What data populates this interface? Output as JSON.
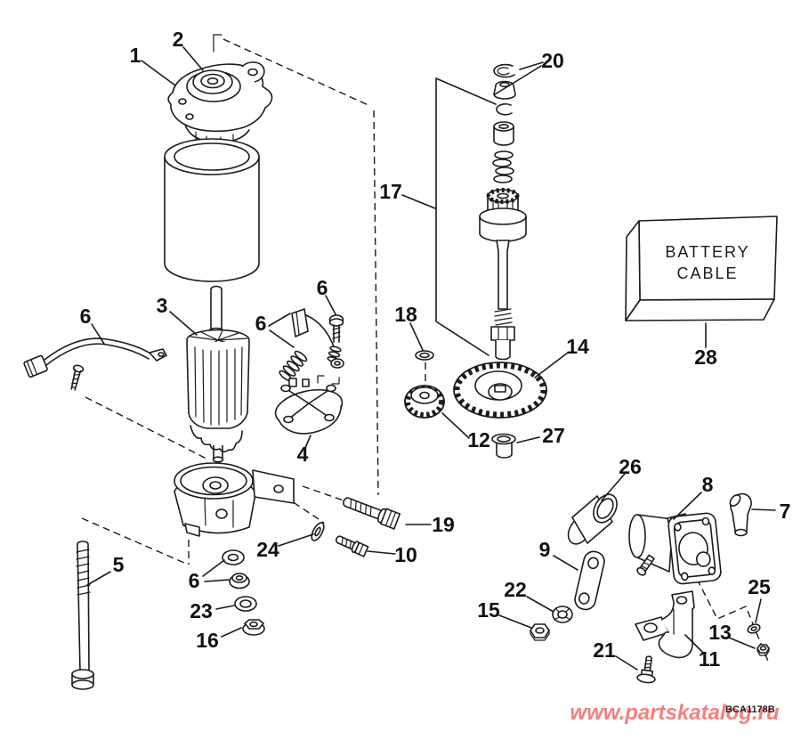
{
  "colors": {
    "background": "#ffffff",
    "line": "#1b1b1b",
    "watermark": "#f4807d"
  },
  "battery_box": {
    "line1": "BATTERY",
    "line2": "CABLE"
  },
  "watermark": {
    "text": "www.partskatalog.ru"
  },
  "drawing_code": "BCA1178B",
  "callouts": [
    {
      "label": "1"
    },
    {
      "label": "2"
    },
    {
      "label": "20"
    },
    {
      "label": "17"
    },
    {
      "label": "6"
    },
    {
      "label": "3"
    },
    {
      "label": "6"
    },
    {
      "label": "6"
    },
    {
      "label": "18"
    },
    {
      "label": "14"
    },
    {
      "label": "28"
    },
    {
      "label": "12"
    },
    {
      "label": "27"
    },
    {
      "label": "4"
    },
    {
      "label": "26"
    },
    {
      "label": "8"
    },
    {
      "label": "7"
    },
    {
      "label": "19"
    },
    {
      "label": "9"
    },
    {
      "label": "24"
    },
    {
      "label": "10"
    },
    {
      "label": "5"
    },
    {
      "label": "22"
    },
    {
      "label": "6"
    },
    {
      "label": "15"
    },
    {
      "label": "23"
    },
    {
      "label": "13"
    },
    {
      "label": "25"
    },
    {
      "label": "16"
    },
    {
      "label": "21"
    },
    {
      "label": "11"
    }
  ]
}
